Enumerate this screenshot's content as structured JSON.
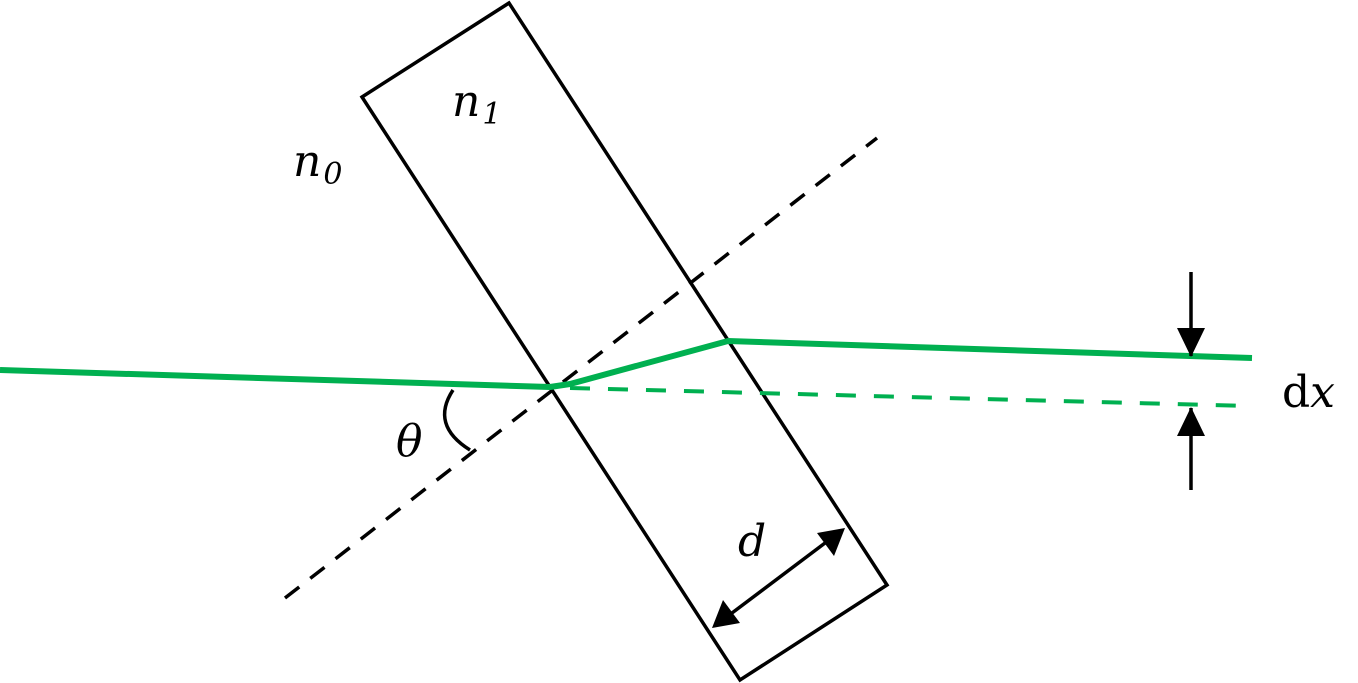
{
  "labels": {
    "n1": {
      "base": "n",
      "sub": "1"
    },
    "n0": {
      "base": "n",
      "sub": "0"
    },
    "theta": "θ",
    "d": "d",
    "dx": {
      "d": "d",
      "x": "x"
    }
  },
  "colors": {
    "ray": "#00b050",
    "outline": "#000000"
  }
}
